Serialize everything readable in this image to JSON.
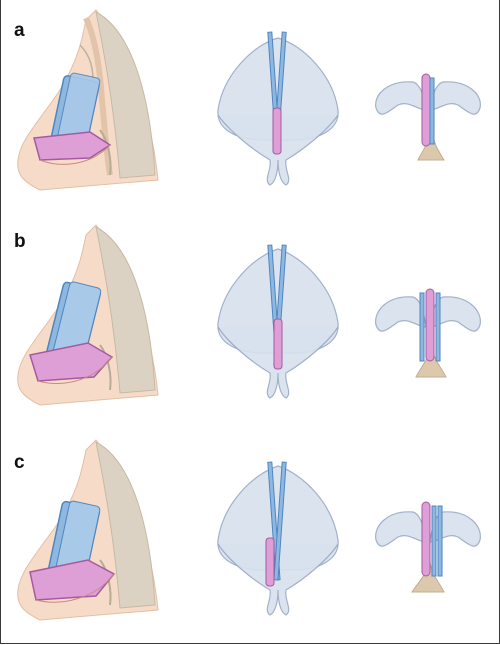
{
  "panels": [
    {
      "label": "a",
      "id": "panel-a"
    },
    {
      "label": "b",
      "id": "panel-b"
    },
    {
      "label": "c",
      "id": "panel-c"
    }
  ],
  "colors": {
    "skin": "#f6dcc8",
    "skin_shadow": "#e9c9b0",
    "bone": "#dcd2c3",
    "bone_dark": "#b8ab97",
    "cartilage": "#d8e1ee",
    "cartilage_stroke": "#98a9c4",
    "graft_blue": "#8fb8e0",
    "graft_blue_stroke": "#4e86c0",
    "graft_pink": "#dd9fd6",
    "graft_pink_stroke": "#a55aa0",
    "spine": "#dcc9ad"
  }
}
